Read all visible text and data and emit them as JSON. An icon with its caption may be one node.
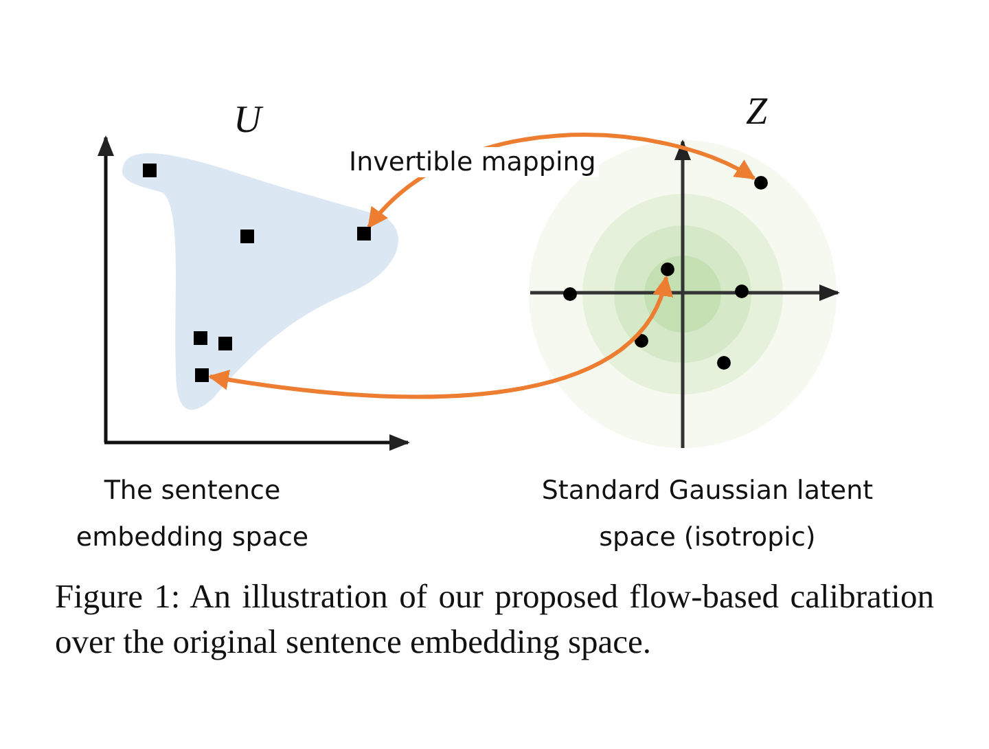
{
  "diagram": {
    "caption": "Figure 1:  An illustration of our proposed flow-based calibration over the original sentence embedding space.",
    "nodes": [
      {
        "text": [],
        "shape": "box"
      },
      {
        "text": [],
        "shape": "circle"
      },
      {
        "text": [],
        "shape": "box"
      },
      {
        "text": [],
        "shape": "circle"
      }
    ],
    "edges": [
      {
        "from": 0,
        "to": 1,
        "arrow": "both",
        "label": "Invertible mapping"
      },
      {
        "from": 2,
        "to": 3,
        "arrow": "both"
      }
    ],
    "labels": [
      "U",
      "Z",
      "The sentence embedding space",
      "Standard Gaussian latent space (isotropic)"
    ]
  }
}
